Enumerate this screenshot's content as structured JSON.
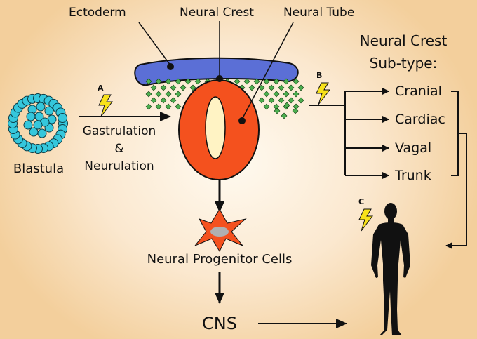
{
  "labels": {
    "ectoderm": "Ectoderm",
    "neural_crest": "Neural Crest",
    "neural_tube": "Neural Tube",
    "blastula": "Blastula",
    "gastrulation": "Gastrulation",
    "ampersand": "&",
    "neurulation": "Neurulation",
    "npc": "Neural Progenitor Cells",
    "cns": "CNS",
    "subtype_title_1": "Neural Crest",
    "subtype_title_2": "Sub-type:"
  },
  "subtypes": [
    "Cranial",
    "Cardiac",
    "Vagal",
    "Trunk"
  ],
  "markers": {
    "a": "A",
    "b": "B",
    "c": "C"
  },
  "colors": {
    "ectoderm": "#5b6fd6",
    "neural_tube": "#f4511e",
    "neural_tube_lumen": "#fff3c4",
    "crest_cells": "#4caf50",
    "blastula": "#35c7dc",
    "lightning": "#f7e11a"
  }
}
